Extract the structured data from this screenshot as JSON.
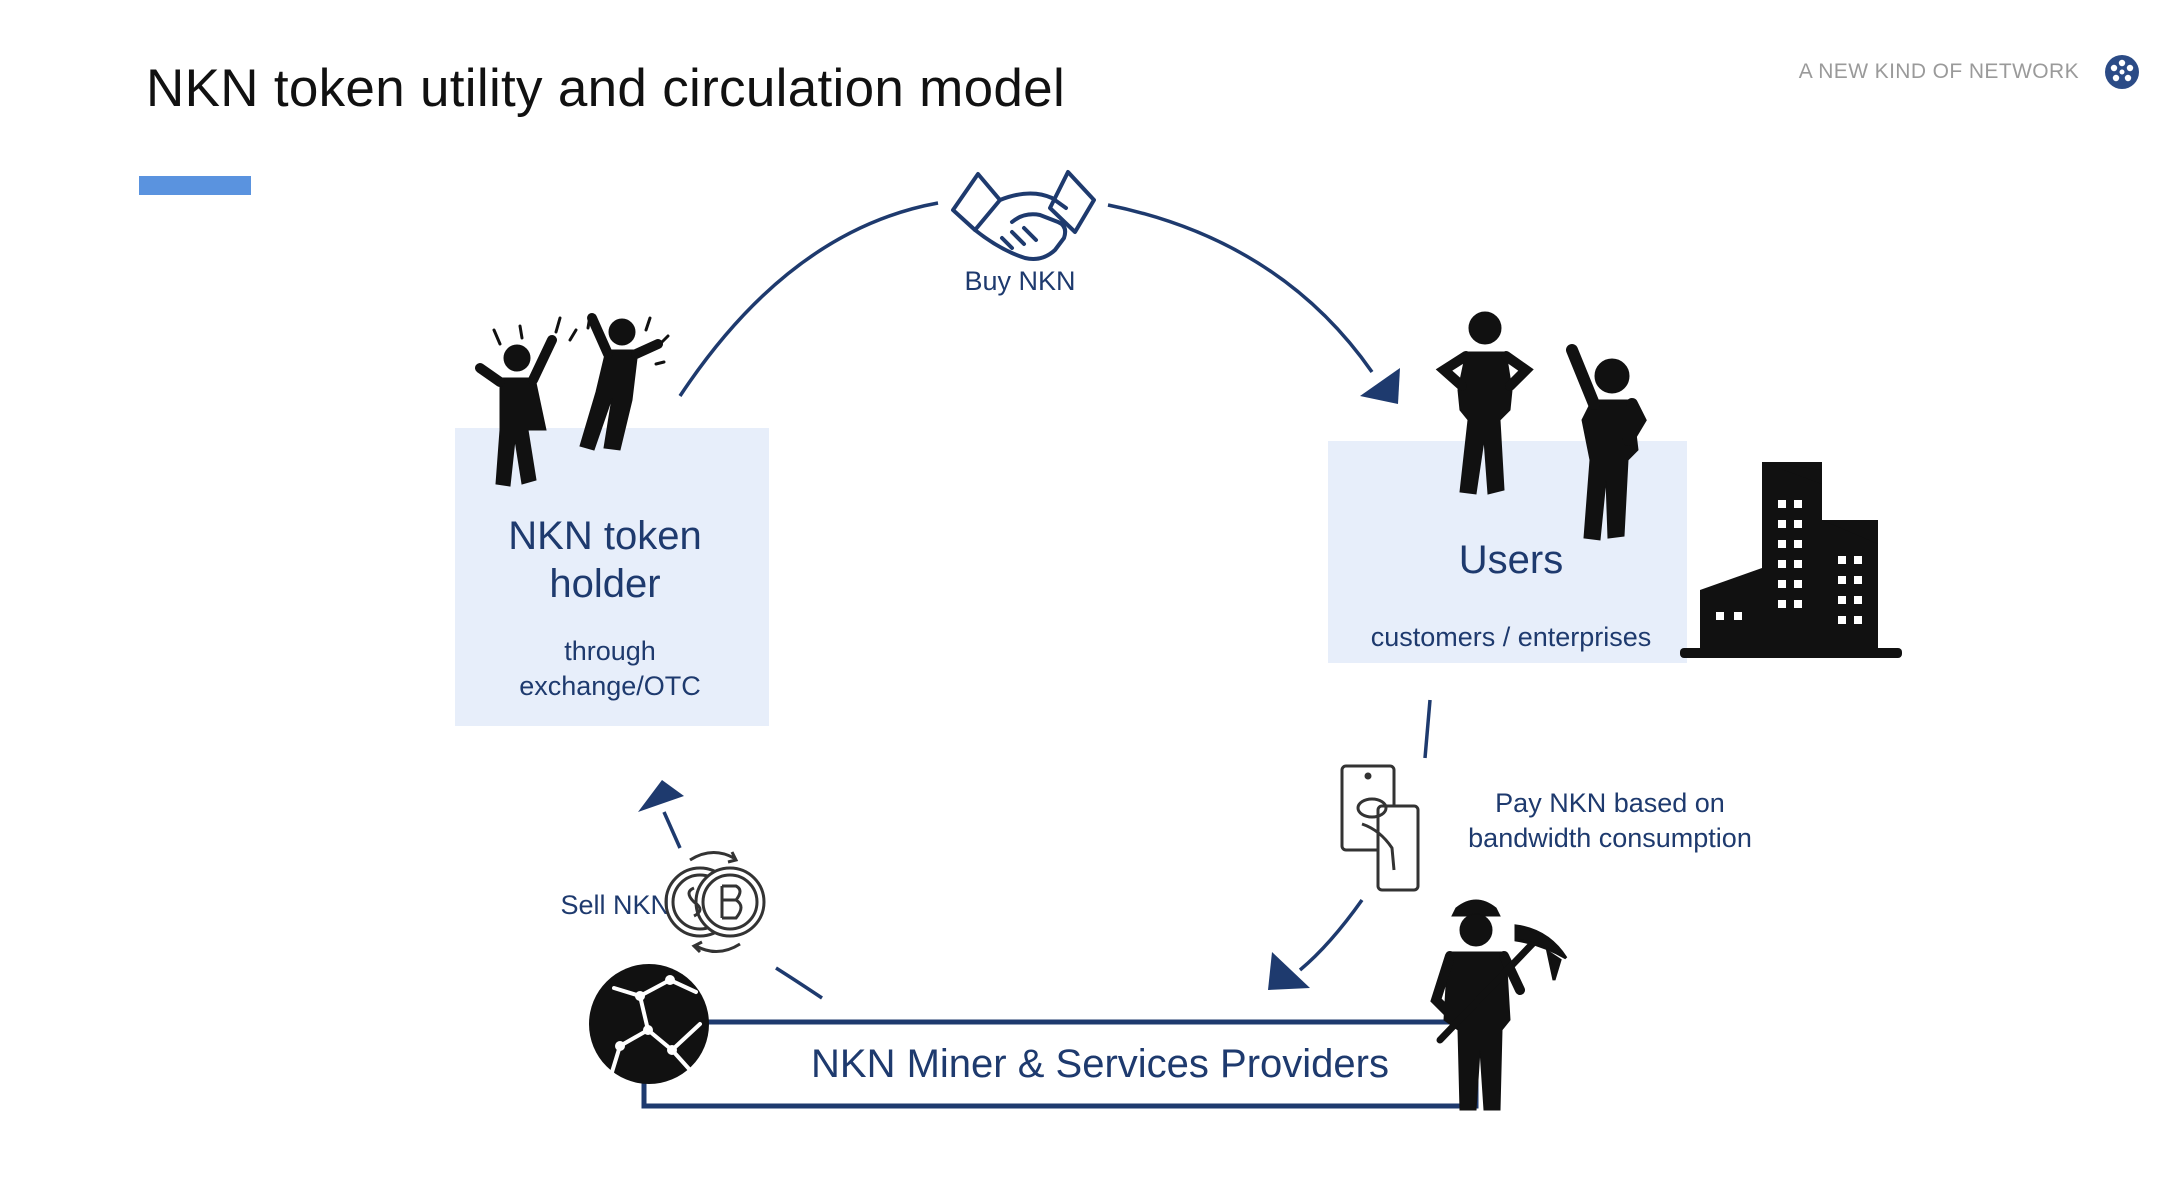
{
  "title": "NKN token utility and circulation model",
  "tagline": "A NEW KIND OF NETWORK",
  "colors": {
    "accent": "#5a93df",
    "arrow": "#1e3a6e",
    "box_fill": "#e7eefa",
    "icon": "#111111"
  },
  "nodes": {
    "holder": {
      "title_line1": "NKN token",
      "title_line2": "holder",
      "sub_line1": "through",
      "sub_line2": "exchange/OTC"
    },
    "users": {
      "title": "Users",
      "sub": "customers / enterprises"
    },
    "miner": {
      "title": "NKN Miner & Services Providers"
    }
  },
  "edges": {
    "buy": "Buy NKN",
    "pay_line1": "Pay NKN  based on",
    "pay_line2": "bandwidth consumption",
    "sell": "Sell NKN"
  },
  "icons": [
    "logo-icon",
    "celebrating-people-icon",
    "handshake-icon",
    "users-icon",
    "buildings-icon",
    "payment-card-icon",
    "coins-exchange-icon",
    "globe-network-icon",
    "miner-icon"
  ]
}
